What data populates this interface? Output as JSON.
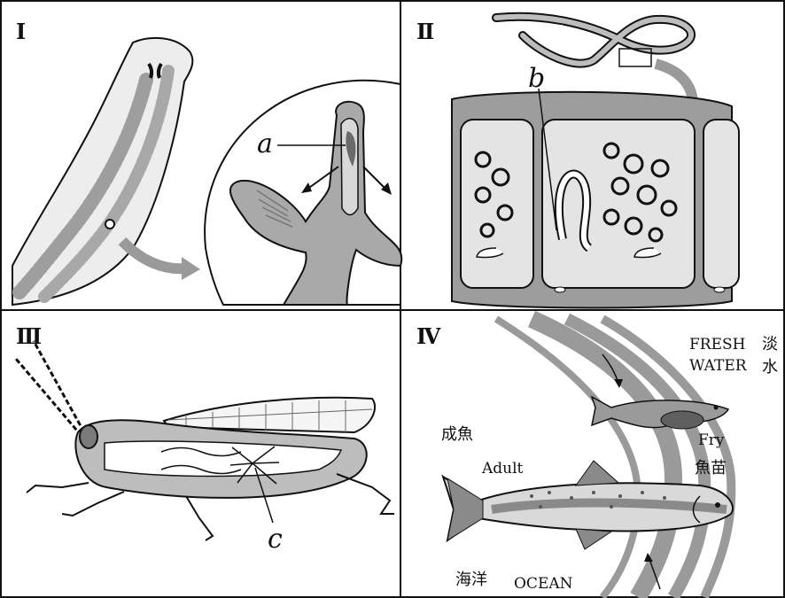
{
  "panels": [
    {
      "numeral": "Ⅰ",
      "label": "a"
    },
    {
      "numeral": "Ⅱ",
      "label": "b"
    },
    {
      "numeral": "Ⅲ",
      "label": "c"
    },
    {
      "numeral": "Ⅳ"
    }
  ],
  "panel4": {
    "fresh_water_en_1": "FRESH",
    "fresh_water_en_2": "WATER",
    "fresh_water_zh_1": "淡",
    "fresh_water_zh_2": "水",
    "fry_en": "Fry",
    "fry_zh": "魚苗",
    "adult_en": "Adult",
    "adult_zh": "成魚",
    "ocean_en": "OCEAN",
    "ocean_zh": "海洋"
  },
  "colors": {
    "outline": "#111111",
    "body_gray": "#bdbdbd",
    "dark_gray": "#7a7a7a",
    "arrow_gray": "#9a9a9a",
    "light_bg": "#e8e8e8"
  }
}
